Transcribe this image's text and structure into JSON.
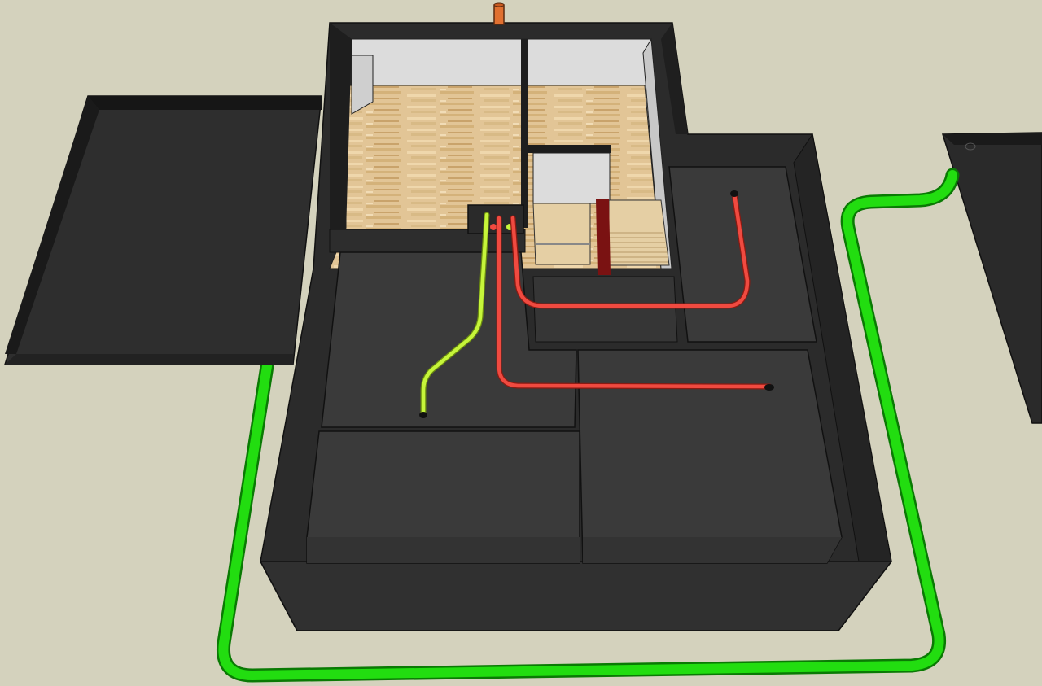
{
  "scene": {
    "colors": {
      "background": "#d4d2bd",
      "slab_top": "#3a3a3a",
      "slab_side": "#262626",
      "wall_face": "#303030",
      "wall_top": "#1c1c1c",
      "interior_wall": "#dcdcdc",
      "floor_wood": "#e2c596",
      "stairs": "#e5cfa4",
      "green_pipe": "#22dd10",
      "yellow_green_pipe": "#c6f53a",
      "red_pipe": "#f04a40",
      "orange_vent": "#e07030",
      "outline": "#111111"
    },
    "components": [
      "left-cover-slab",
      "foundation-box",
      "upper-floor-room",
      "staircase",
      "manifold-box",
      "lower-slab-left-top",
      "lower-slab-right",
      "lower-slab-front-left",
      "lower-slab-front-right",
      "right-slab-fragment",
      "green-ground-loop",
      "yellow-green-pipe",
      "red-supply-pipe",
      "red-return-pipe",
      "vent-pipe"
    ]
  }
}
